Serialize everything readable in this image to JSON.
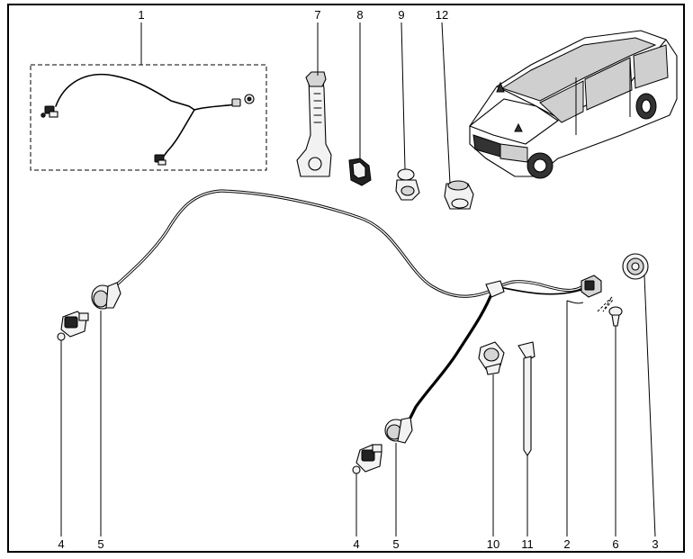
{
  "labels": {
    "top": [
      {
        "id": "label-1",
        "text": "1"
      },
      {
        "id": "label-7",
        "text": "7"
      },
      {
        "id": "label-8",
        "text": "8"
      },
      {
        "id": "label-9",
        "text": "9"
      },
      {
        "id": "label-12",
        "text": "12"
      }
    ],
    "bottom": [
      {
        "id": "label-4-left",
        "text": "4"
      },
      {
        "id": "label-5-left",
        "text": "5"
      },
      {
        "id": "label-4-center",
        "text": "4"
      },
      {
        "id": "label-5-center",
        "text": "5"
      },
      {
        "id": "label-10",
        "text": "10"
      },
      {
        "id": "label-11",
        "text": "11"
      },
      {
        "id": "label-2",
        "text": "2"
      },
      {
        "id": "label-6",
        "text": "6"
      },
      {
        "id": "label-3",
        "text": "3"
      }
    ]
  },
  "icons": [
    "washer-hose-icon",
    "washer-nozzle-icon",
    "grommet-icon",
    "clip-icon",
    "cable-tie-icon",
    "connector-icon",
    "vehicle-icon"
  ]
}
